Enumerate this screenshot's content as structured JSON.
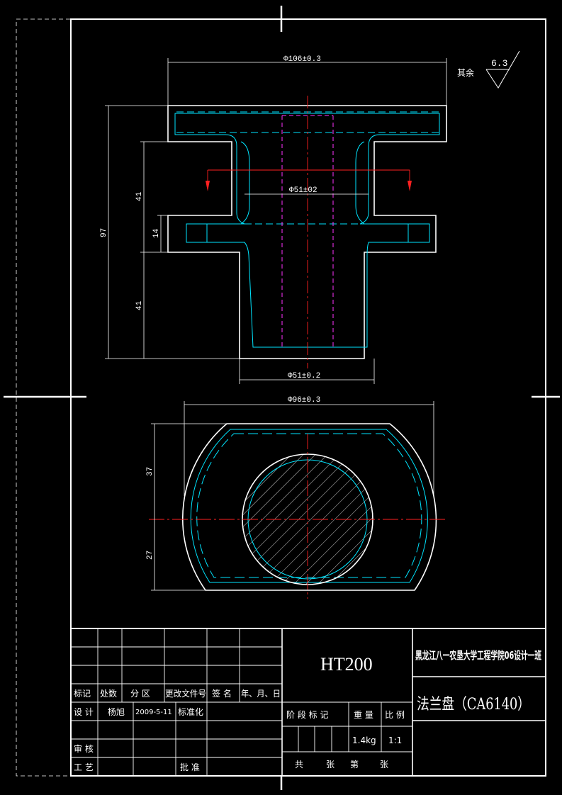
{
  "colors": {
    "outline": "#ffffff",
    "hidden": "#00e5ff",
    "center": "#ff2020",
    "bore": "#ff33ff",
    "background": "#000000"
  },
  "section_view": {
    "dim_top_width": "Φ106±0.3",
    "dim_bore": "Φ51±02",
    "dim_bottom_bore": "Φ51±0.2",
    "dim_total_height": "97",
    "dim_upper_height": "41",
    "dim_middle_height": "14",
    "dim_lower_height": "41"
  },
  "roughness": {
    "label": "其余",
    "value": "6.3"
  },
  "plan_view": {
    "dim_width": "Φ96±0.3",
    "dim_upper": "37",
    "dim_lower": "27"
  },
  "title_block": {
    "material": "HT200",
    "school": "黑龙江八一农垦大学工程学院06设计一班",
    "part_name": "法兰盘（CA6140）",
    "headers": [
      "标记",
      "处数",
      "分 区",
      "更改文件号",
      "签 名",
      "年、月、日"
    ],
    "design_label": "设 计",
    "designer": "杨旭",
    "date": "2009-5-11",
    "standardize_label": "标准化",
    "review_label": "审 核",
    "process_label": "工 艺",
    "approve_label": "批 准",
    "stage_label": "阶 段 标 记",
    "weight_label": "重 量",
    "scale_label": "比 例",
    "weight": "1.4kg",
    "scale": "1:1",
    "sheets_total": "共",
    "sheets_unit": "张",
    "sheet_no": "第",
    "sheet_unit2": "张"
  }
}
